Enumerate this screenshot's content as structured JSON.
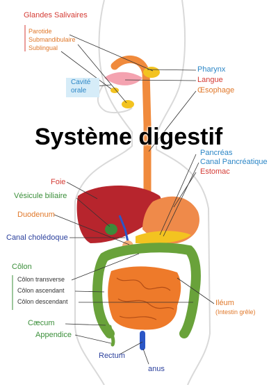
{
  "title": "Système digestif",
  "colors": {
    "red": "#d43b34",
    "orange": "#e0782a",
    "blue": "#2b86c6",
    "green": "#3b8f3a",
    "navy": "#2a3f9c",
    "dark": "#333333"
  },
  "labels": {
    "glandes": "Glandes Salivaires",
    "parotide": "Parotide",
    "submandibulaire": "Submandibulaire",
    "sublingual": "Sublingual",
    "cavite1": "Cavité",
    "cavite2": "orale",
    "pharynx": "Pharynx",
    "langue": "Langue",
    "oesophage": "Œsophage",
    "pancreas": "Pancréas",
    "canal_pancreatique": "Canal Pancréatique",
    "estomac": "Estomac",
    "foie": "Foie",
    "vesicule": "Vésicule biliaire",
    "duodenum": "Duodenum",
    "canal_choledoque": "Canal cholédoque",
    "colon": "Côlon",
    "colon_transverse": "Côlon transverse",
    "colon_ascendant": "Côlon ascendant",
    "colon_descendant": "Côlon descendant",
    "ileum": "Iléum",
    "ileum_sub": "(Intestin grêle)",
    "caecum": "Cæcum",
    "appendice": "Appendice",
    "rectum": "Rectum",
    "anus": "anus"
  }
}
